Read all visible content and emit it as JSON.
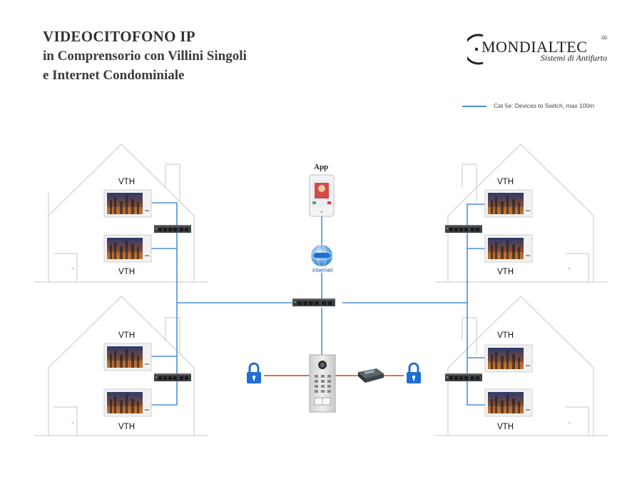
{
  "title": {
    "line1": "VIDEOCITOFONO IP",
    "line2": "in Comprensorio con Villini Singoli",
    "line3": "e Internet Condominiale"
  },
  "logo": {
    "brand": "MONDIALTEC",
    "superscript": "SD",
    "tagline": "Sistemi di Antifurto"
  },
  "legend": {
    "label": "Cat 5e: Devices to Switch, max 100m",
    "color": "#4a90d9"
  },
  "devices": {
    "monitor_label": "VTH",
    "app_label": "App",
    "internet_label": "internet"
  },
  "colors": {
    "cable": "#4a90d9",
    "lock_line": "#e0602a",
    "lock": "#1f6fd1",
    "house_outline": "#d0d0d0"
  },
  "icons": [
    "lock-icon",
    "internet-globe-icon",
    "smartphone-icon",
    "switch-icon",
    "door-station-icon",
    "monitor-icon",
    "lock-controller-icon"
  ]
}
